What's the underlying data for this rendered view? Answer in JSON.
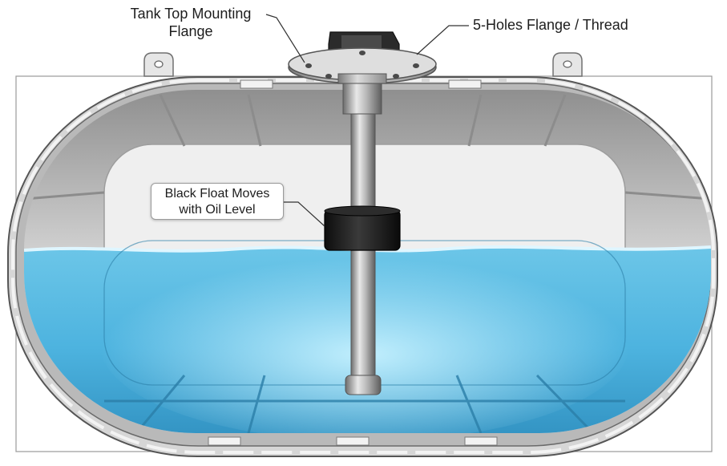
{
  "labels": {
    "flange_line1": "Tank Top Mounting",
    "flange_line2": "Flange",
    "holes": "5-Holes Flange / Thread",
    "float_line1": "Black Float Moves",
    "float_line2": "with Oil Level"
  },
  "colors": {
    "liquid": "#3fa9d6",
    "liquid_light": "#aee6f7",
    "tank_wall": "#c9c9c9",
    "float": "#1a1a1a",
    "rod": "#b5b5b5"
  }
}
